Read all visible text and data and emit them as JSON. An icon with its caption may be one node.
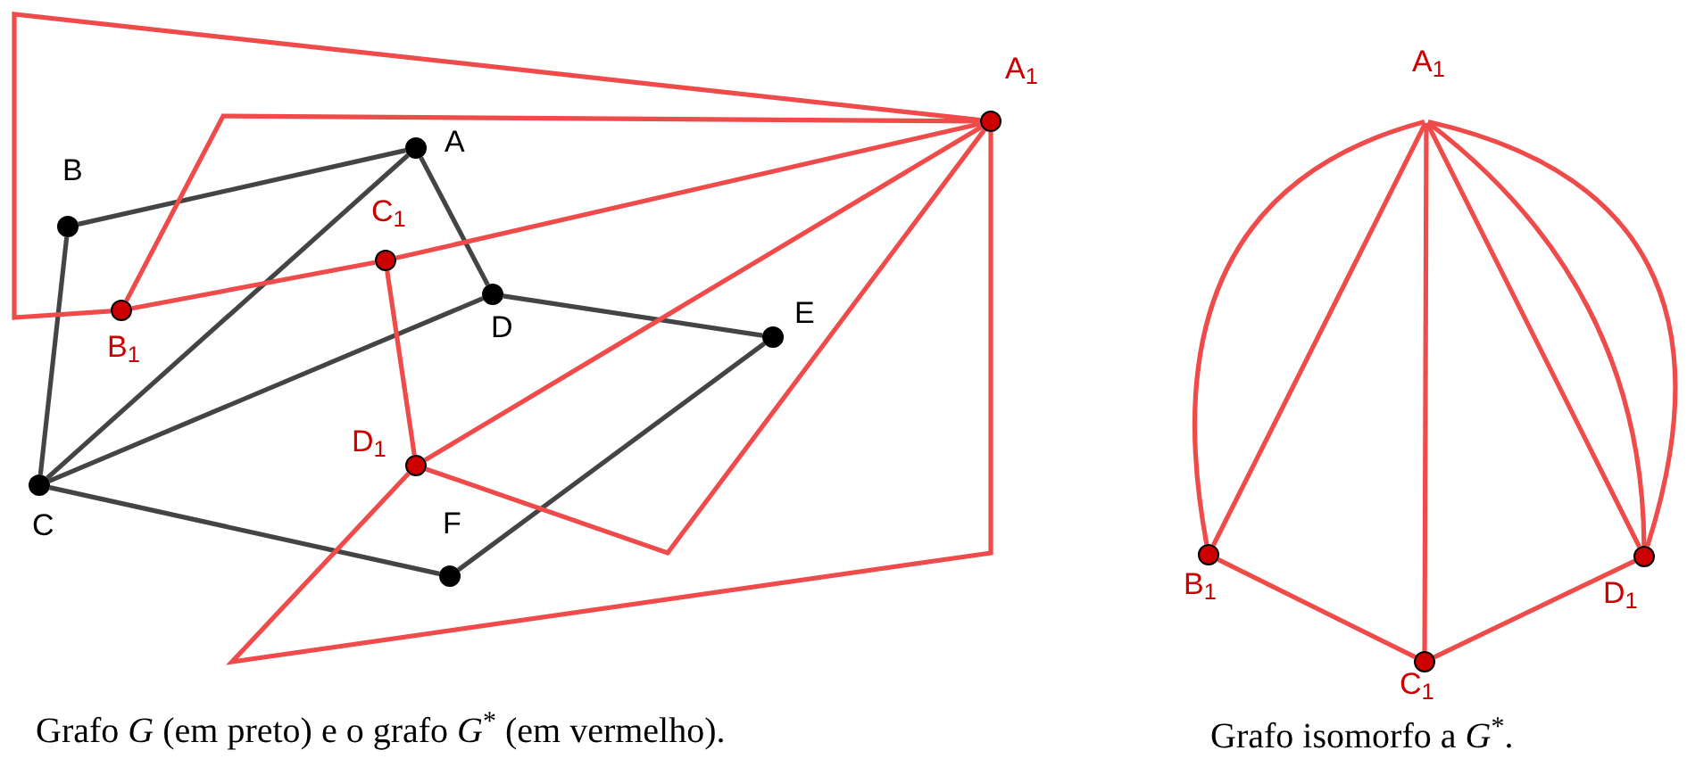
{
  "diagram": {
    "nodes": [
      {
        "text": [
          "A"
        ]
      },
      {
        "text": [
          "B"
        ]
      },
      {
        "text": [
          "C"
        ]
      },
      {
        "text": [
          "D"
        ]
      },
      {
        "text": [
          "E"
        ]
      },
      {
        "text": [
          "F"
        ]
      },
      {
        "text": [
          "A$_{1}$"
        ]
      },
      {
        "text": [
          "B$_{1}$"
        ]
      },
      {
        "text": [
          "C$_{1}$"
        ]
      },
      {
        "text": [
          "D$_{1}$"
        ]
      },
      {
        "text": [
          "A$_{1}$"
        ]
      },
      {
        "text": [
          "B$_{1}$"
        ]
      },
      {
        "text": [
          "C$_{1}$"
        ]
      },
      {
        "text": [
          "D$_{1}$"
        ]
      }
    ],
    "edges": [
      {
        "from": 1,
        "to": 0,
        "arrow": "none",
        "color": "#444444"
      },
      {
        "from": 1,
        "to": 2,
        "arrow": "none",
        "color": "#444444"
      },
      {
        "from": 0,
        "to": 2,
        "arrow": "none",
        "color": "#444444"
      },
      {
        "from": 0,
        "to": 3,
        "arrow": "none",
        "color": "#444444"
      },
      {
        "from": 2,
        "to": 3,
        "arrow": "none",
        "color": "#444444"
      },
      {
        "from": 3,
        "to": 4,
        "arrow": "none",
        "color": "#444444"
      },
      {
        "from": 2,
        "to": 5,
        "arrow": "none",
        "color": "#444444"
      },
      {
        "from": 5,
        "to": 4,
        "arrow": "none",
        "color": "#444444"
      },
      {
        "from": 6,
        "to": 7,
        "arrow": "none"
      },
      {
        "from": 6,
        "to": 7,
        "arrow": "none"
      },
      {
        "from": 7,
        "to": 8,
        "arrow": "none"
      },
      {
        "from": 8,
        "to": 6,
        "arrow": "none"
      },
      {
        "from": 8,
        "to": 9,
        "arrow": "none"
      },
      {
        "from": 9,
        "to": 6,
        "arrow": "none"
      },
      {
        "from": 9,
        "to": 6,
        "arrow": "none"
      },
      {
        "from": 9,
        "to": 6,
        "arrow": "none"
      },
      {
        "from": 10,
        "to": 11,
        "arrow": "none"
      },
      {
        "from": 10,
        "to": 11,
        "arrow": "none"
      },
      {
        "from": 10,
        "to": 12,
        "arrow": "none"
      },
      {
        "from": 10,
        "to": 13,
        "arrow": "none"
      },
      {
        "from": 10,
        "to": 13,
        "arrow": "none"
      },
      {
        "from": 10,
        "to": 13,
        "arrow": "none"
      },
      {
        "from": 11,
        "to": 12,
        "arrow": "none"
      },
      {
        "from": 12,
        "to": 13,
        "arrow": "none"
      }
    ],
    "labels": [
      "Grafo *G* (em preto) e o grafo *G*$^{*}$ (em vermelho).",
      "Grafo isomorfo a *G*$^{*}$."
    ]
  }
}
